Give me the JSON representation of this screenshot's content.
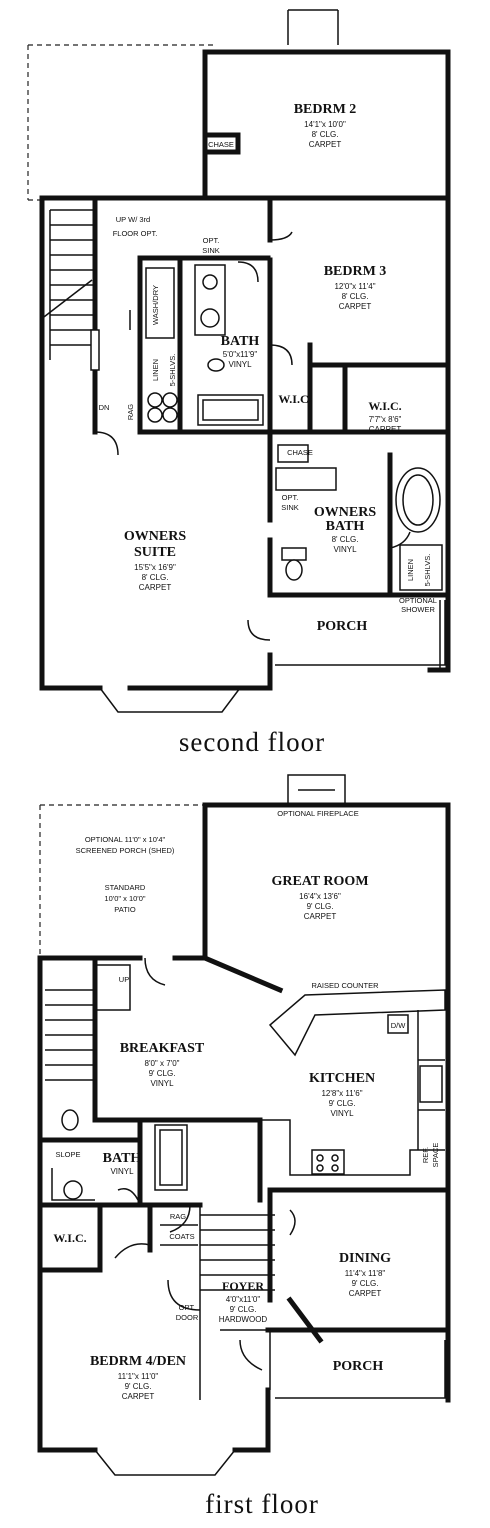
{
  "floors": {
    "second": "second floor",
    "first": "first floor"
  },
  "second_floor": {
    "bedrm2": {
      "name": "BEDRM 2",
      "dims": "14'1\"x 10'0\"",
      "clg": "8' CLG.",
      "floor": "CARPET"
    },
    "chase_top": "CHASE",
    "stair_note_1": "UP W/ 3rd",
    "stair_note_2": "FLOOR OPT.",
    "opt_sink_1": "OPT.",
    "opt_sink_2": "SINK",
    "wash_dry": "WASH/DRY",
    "bedrm3": {
      "name": "BEDRM 3",
      "dims": "12'0\"x 11'4\"",
      "clg": "8' CLG.",
      "floor": "CARPET"
    },
    "linen": "LINEN",
    "shelves": "5-SHLVS.",
    "bath": {
      "name": "BATH",
      "dims": "5'0\"x11'9\"",
      "floor": "VINYL"
    },
    "dn": "DN",
    "rag": "RAG",
    "wic_small": "W.I.C.",
    "wic_large": {
      "name": "W.I.C.",
      "dims": "7'7\"x 8'6\"",
      "floor": "CARPET"
    },
    "chase_mid": "CHASE",
    "opt_sink2_1": "OPT.",
    "opt_sink2_2": "SINK",
    "owners_bath": {
      "name_1": "OWNERS",
      "name_2": "BATH",
      "clg": "8' CLG.",
      "floor": "VINYL"
    },
    "linen2": "LINEN",
    "shelves2": "5-SHLVS.",
    "owners_suite": {
      "name_1": "OWNERS",
      "name_2": "SUITE",
      "dims": "15'5\"x 16'9\"",
      "clg": "8' CLG.",
      "floor": "CARPET"
    },
    "optional_shower_1": "OPTIONAL",
    "optional_shower_2": "SHOWER",
    "porch": "PORCH"
  },
  "first_floor": {
    "screened_1": "OPTIONAL 11'0\" x 10'4\"",
    "screened_2": "SCREENED PORCH (SHED)",
    "patio_1": "STANDARD",
    "patio_2": "10'0\" x 10'0\"",
    "patio_3": "PATIO",
    "opt_fireplace": "OPTIONAL FIREPLACE",
    "great_room": {
      "name": "GREAT ROOM",
      "dims": "16'4\"x 13'6\"",
      "clg": "9' CLG.",
      "floor": "CARPET"
    },
    "up": "UP",
    "raised_counter": "RAISED COUNTER",
    "dw": "D/W",
    "breakfast": {
      "name": "BREAKFAST",
      "dims": "8'0\" x 7'0\"",
      "clg": "9' CLG.",
      "floor": "VINYL"
    },
    "kitchen": {
      "name": "KITCHEN",
      "dims": "12'8\"x 11'6\"",
      "clg": "9' CLG.",
      "floor": "VINYL"
    },
    "slope": "SLOPE",
    "bath": {
      "name": "BATH",
      "floor": "VINYL"
    },
    "ref_space_1": "REF.",
    "ref_space_2": "SPACE",
    "wic": "W.I.C.",
    "rag": "RAG",
    "coats": "COATS",
    "dining": {
      "name": "DINING",
      "dims": "11'4\"x 11'8\"",
      "clg": "9' CLG.",
      "floor": "CARPET"
    },
    "foyer": {
      "name": "FOYER",
      "dims": "4'0\"x11'0\"",
      "clg": "9' CLG.",
      "floor": "HARDWOOD"
    },
    "opt_door_1": "OPT.",
    "opt_door_2": "DOOR",
    "bedrm4": {
      "name": "BEDRM 4/DEN",
      "dims": "11'1\"x 11'0\"",
      "clg": "9' CLG.",
      "floor": "CARPET"
    },
    "porch": "PORCH"
  }
}
